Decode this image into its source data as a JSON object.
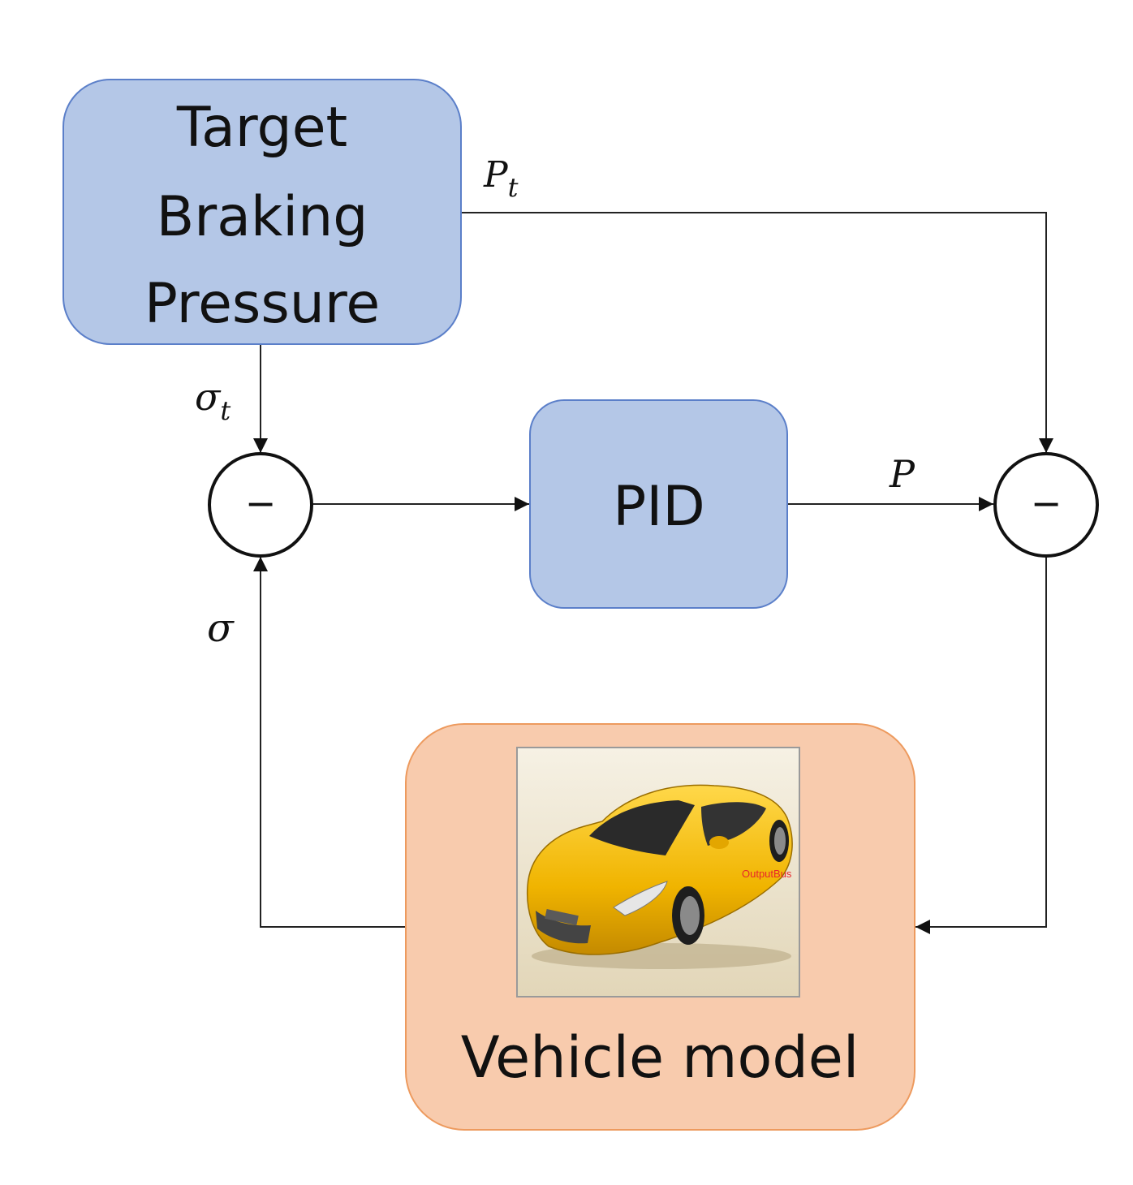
{
  "blocks": {
    "target": {
      "lines": [
        "Target",
        "Braking",
        "Pressure"
      ]
    },
    "pid": {
      "label": "PID"
    },
    "vehicle": {
      "label": "Vehicle model",
      "image_caption": "OutputBus"
    }
  },
  "signals": {
    "pt": {
      "base": "P",
      "sub": "t"
    },
    "sigma_t": {
      "base": "σ",
      "sub": "t"
    },
    "p": {
      "base": "P"
    },
    "sigma": {
      "base": "σ"
    }
  },
  "summing_junctions": {
    "left": {
      "sign": "−"
    },
    "right": {
      "sign": "−"
    }
  },
  "colors": {
    "block_blue": "#b4c7e7",
    "block_blue_border": "#5b7fc9",
    "block_orange": "#f8cbad",
    "block_orange_border": "#ed9a5e",
    "car_yellow": "#f0b800",
    "image_bg": "#ece4cf"
  }
}
